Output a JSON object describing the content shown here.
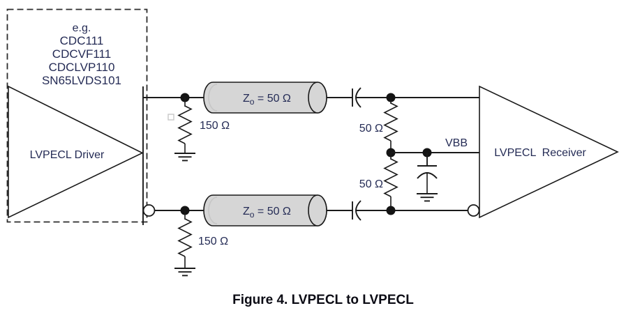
{
  "diagram": {
    "caption": "Figure 4. LVPECL to LVPECL",
    "driver": {
      "examples_heading": "e.g.",
      "examples": [
        "CDC111",
        "CDCVF111",
        "CDCLVP110",
        "SN65LVDS101"
      ],
      "label": "LVPECL Driver"
    },
    "receiver": {
      "label": "LVPECL  Receiver"
    },
    "bias": {
      "label": "VBB"
    },
    "transmission_line": {
      "impedance_prefix": "Z",
      "impedance_subscript": "o",
      "impedance_value": " = 50 Ω"
    },
    "resistors": {
      "pulldown_top": "150 Ω",
      "pulldown_bottom": "150 Ω",
      "divider_top": "50 Ω",
      "divider_bottom": "50 Ω"
    },
    "colors": {
      "wire": "#1a1a1a",
      "label_text": "#242b55",
      "caption_text": "#0b0b14",
      "cylinder_fill": "#d6d6d6"
    }
  }
}
